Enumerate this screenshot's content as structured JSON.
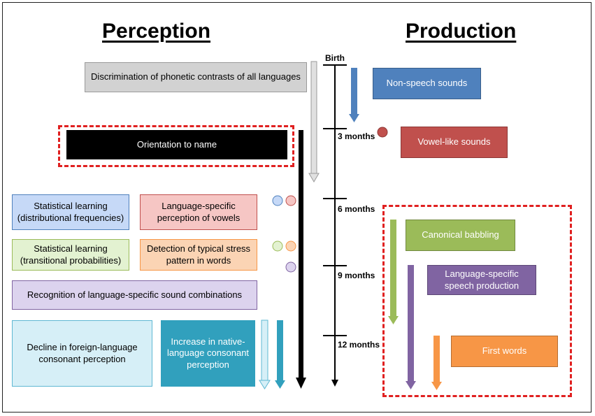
{
  "headings": {
    "perception": "Perception",
    "production": "Production"
  },
  "timeline": {
    "birth": "Birth",
    "ticks": [
      "3 months",
      "6 months",
      "9 months",
      "12 months"
    ]
  },
  "perception": {
    "discrimination": "Discrimination of phonetic contrasts of all languages",
    "orientation": "Orientation to name",
    "stat_distributional": "Statistical learning (distributional frequencies)",
    "vowel_perception": "Language-specific perception of vowels",
    "stat_transitional": "Statistical learning (transitional probabilities)",
    "stress_pattern": "Detection of typical stress pattern in words",
    "sound_combinations": "Recognition of language-specific sound combinations",
    "foreign_decline": "Decline in foreign-language consonant perception",
    "native_increase": "Increase in native-language consonant perception"
  },
  "production": {
    "non_speech": "Non-speech sounds",
    "vowel_like": "Vowel-like sounds",
    "canonical": "Canonical babbling",
    "speech_production": "Language-specific speech production",
    "first_words": "First words"
  },
  "colors": {
    "gray": "#d2d2d2",
    "black": "#000000",
    "blue_light": "#c6d9f7",
    "red_light": "#f6c6c4",
    "green_light": "#e3f2d1",
    "orange_light": "#fbd4b4",
    "purple_light": "#dcd3ee",
    "cyan_light": "#d6eff7",
    "teal": "#31a0bd",
    "blue": "#4f81bd",
    "red": "#c0504d",
    "green": "#9bbb59",
    "purple": "#8064a2",
    "orange": "#f79646",
    "dash": "#e02020"
  }
}
